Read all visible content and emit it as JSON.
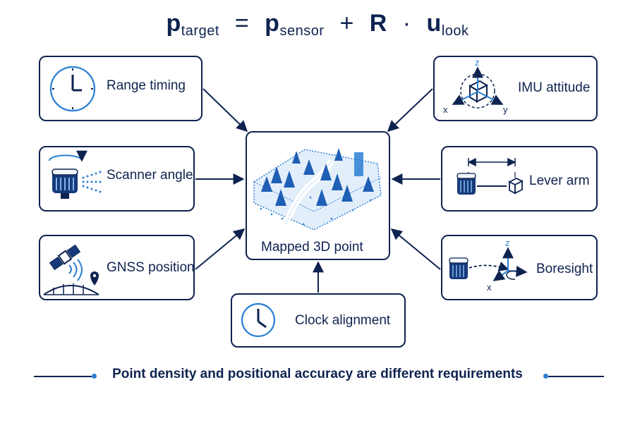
{
  "formula": {
    "p1": "p",
    "p1_sub": "target",
    "eq": "=",
    "p2": "p",
    "p2_sub": "sensor",
    "plus": "+",
    "r": "R",
    "dot": "·",
    "u": "u",
    "u_sub": "look"
  },
  "center": {
    "label": "Mapped 3D point"
  },
  "inputs": {
    "range_timing": "Range timing",
    "scanner_angle": "Scanner angle",
    "gnss_position": "GNSS position",
    "clock_alignment": "Clock alignment",
    "imu_attitude": "IMU attitude",
    "lever_arm": "Lever arm",
    "boresight": "Boresight"
  },
  "axes": {
    "x": "x",
    "y": "y",
    "z": "z"
  },
  "footer": "Point density and positional accuracy are different requirements",
  "colors": {
    "navy": "#0f2350",
    "blue": "#2a7fd4"
  }
}
